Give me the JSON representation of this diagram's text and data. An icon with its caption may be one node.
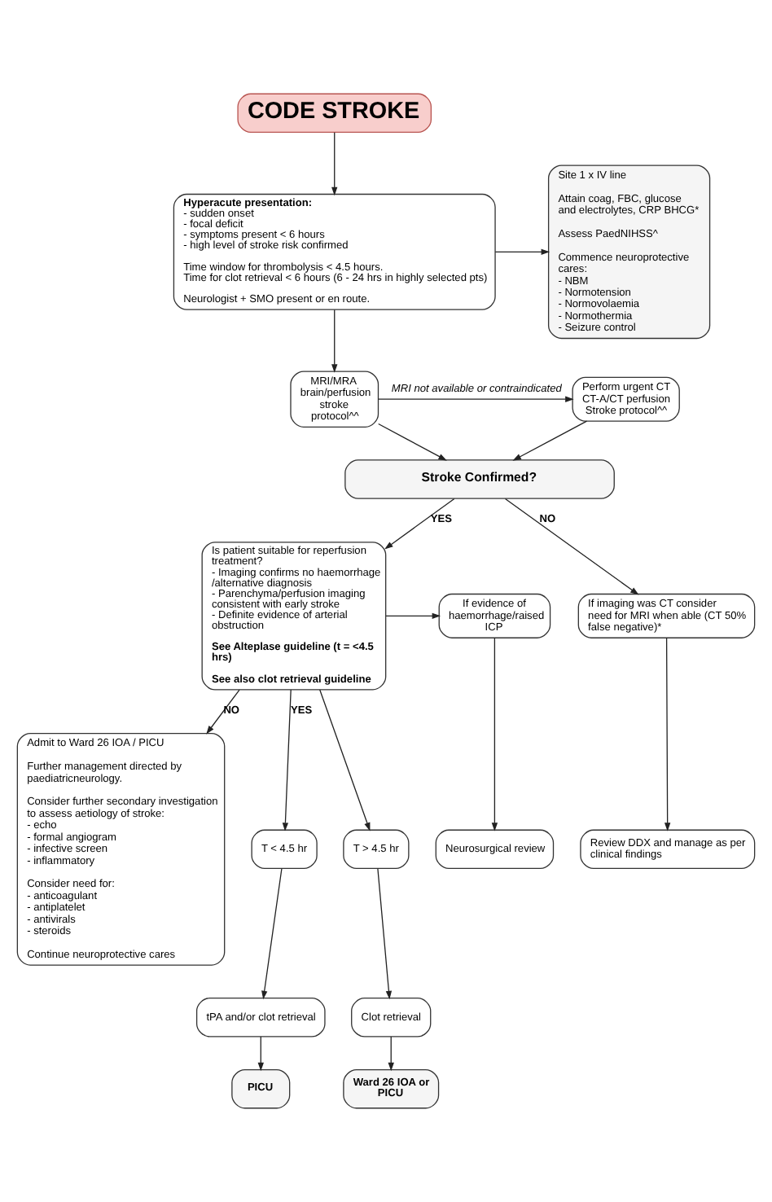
{
  "diagram": {
    "nodes": [
      {
        "text": [
          "CODE STROKE"
        ]
      },
      {
        "text": [
          "Hyperacute presentation:",
          "- sudden onset",
          "- focal deficit",
          "- symptoms present < 6 hours",
          "- high level of stroke risk confirmed",
          "Time window for thrombolysis < 4.5 hours.",
          "Time for clot retrieval < 6 hours (6 - 24 hrs in highly selected pts)",
          "Neurologist + SMO present or en route."
        ]
      },
      {
        "text": [
          "Site 1 x IV line",
          "Attain coag, FBC, glucose and electrolytes, CRP BHCG*",
          "Assess PaedNIHSS^",
          "Commence neuroprotective cares:",
          "- NBM",
          "- Normotension",
          "- Normovolaemia",
          "- Normothermia",
          "- Seizure control"
        ]
      },
      {
        "text": [
          "MRI/MRA brain/perfusion stroke protocol^^"
        ]
      },
      {
        "text": [
          "Perform urgent CT CT-A/CT perfusion Stroke protocol^^"
        ]
      },
      {
        "text": [
          "Stroke Confirmed?"
        ]
      },
      {
        "text": [
          "Is patient suitable for reperfusion treatment?",
          "- Imaging confirms no haemorrhage /alternative diagnosis",
          "- Parenchyma/perfusion imaging consistent with early stroke",
          "- Definite evidence of arterial obstruction",
          "See Alteplase guideline (t = <4.5 hrs)",
          "See also clot retrieval guideline"
        ]
      },
      {
        "text": [
          "If imaging was CT consider need for MRI when able (CT 50% false negative)*"
        ]
      },
      {
        "text": [
          "Review DDX and manage as per clinical findings"
        ]
      },
      {
        "text": [
          "If evidence of haemorrhage/raised ICP"
        ]
      },
      {
        "text": [
          "Neurosurgical review"
        ]
      },
      {
        "text": [
          "T < 4.5 hr"
        ]
      },
      {
        "text": [
          "T > 4.5 hr"
        ]
      },
      {
        "text": [
          "tPA and/or clot retrieval"
        ]
      },
      {
        "text": [
          "Clot retrieval"
        ]
      },
      {
        "text": [
          "PICU"
        ]
      },
      {
        "text": [
          "Ward 26 IOA or PICU"
        ]
      },
      {
        "text": [
          "Admit to Ward 26 IOA / PICU",
          "Further management directed by paediatricneurology.",
          "Consider further secondary investigation to assess aetiology of stroke:",
          "- echo",
          "- formal angiogram",
          "- infective screen",
          "- inflammatory",
          "Consider need for:",
          "- anticoagulant",
          "- antiplatelet",
          "- antivirals",
          "- steroids",
          "Continue neuroprotective cares"
        ]
      }
    ],
    "edges": [
      {
        "from": 0,
        "to": 1,
        "arrow": "to"
      },
      {
        "from": 1,
        "to": 2,
        "arrow": "to"
      },
      {
        "from": 1,
        "to": 3,
        "arrow": "to"
      },
      {
        "from": 3,
        "to": 4,
        "arrow": "to",
        "label": "MRI not available or contraindicated"
      },
      {
        "from": 3,
        "to": 5,
        "arrow": "to"
      },
      {
        "from": 4,
        "to": 5,
        "arrow": "to"
      },
      {
        "from": 5,
        "to": 6,
        "arrow": "to",
        "label": "YES"
      },
      {
        "from": 5,
        "to": 7,
        "arrow": "to",
        "label": "NO"
      },
      {
        "from": 6,
        "to": 9,
        "arrow": "to"
      },
      {
        "from": 9,
        "to": 10,
        "arrow": "to"
      },
      {
        "from": 7,
        "to": 8,
        "arrow": "to"
      },
      {
        "from": 6,
        "to": 11,
        "arrow": "to",
        "label": "YES"
      },
      {
        "from": 6,
        "to": 12,
        "arrow": "to"
      },
      {
        "from": 6,
        "to": 17,
        "arrow": "to",
        "label": "NO"
      },
      {
        "from": 11,
        "to": 13,
        "arrow": "to"
      },
      {
        "from": 13,
        "to": 15,
        "arrow": "to"
      },
      {
        "from": 12,
        "to": 14,
        "arrow": "to"
      },
      {
        "from": 14,
        "to": 16,
        "arrow": "to"
      }
    ]
  }
}
